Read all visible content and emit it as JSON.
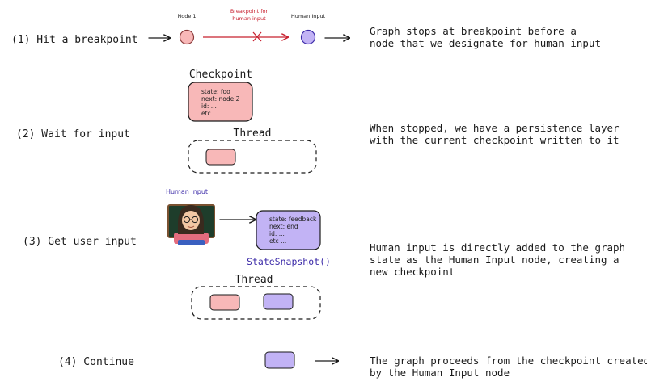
{
  "steps": [
    {
      "label": "(1) Hit a breakpoint",
      "description": [
        "Graph stops at breakpoint before a",
        "node that we designate for human input"
      ]
    },
    {
      "label": "(2) Wait for input",
      "description": [
        "When stopped, we have a persistence layer",
        "with the current checkpoint written to it"
      ]
    },
    {
      "label": "(3) Get user input",
      "description": [
        "Human input is directly added to the graph",
        "state as the Human Input node, creating a",
        "new checkpoint"
      ]
    },
    {
      "label": "(4) Continue",
      "description": [
        "The graph proceeds from the checkpoint created",
        "by the Human Input node"
      ]
    }
  ],
  "breakpoint": {
    "node1_label": "Node 1",
    "human_input_label": "Human Input",
    "breakpoint_label": [
      "Breakpoint for",
      "human input"
    ]
  },
  "checkpoint": {
    "title": "Checkpoint",
    "lines": [
      "state: foo",
      "next: node 2",
      "id: ...",
      "etc ..."
    ]
  },
  "thread_label": "Thread",
  "human_input_title": "Human Input",
  "state_snapshot": {
    "lines": [
      "state: feedback",
      "next: end",
      "id: ...",
      "etc ..."
    ],
    "caption": "StateSnapshot()"
  },
  "colors": {
    "pink_fill": "#f8b8b8",
    "pink_stroke": "#c96a6a",
    "purple_fill": "#c2b3f5",
    "purple_stroke": "#6a55c9",
    "red_accent": "#c8202f",
    "purple_accent": "#3b2aa8"
  }
}
